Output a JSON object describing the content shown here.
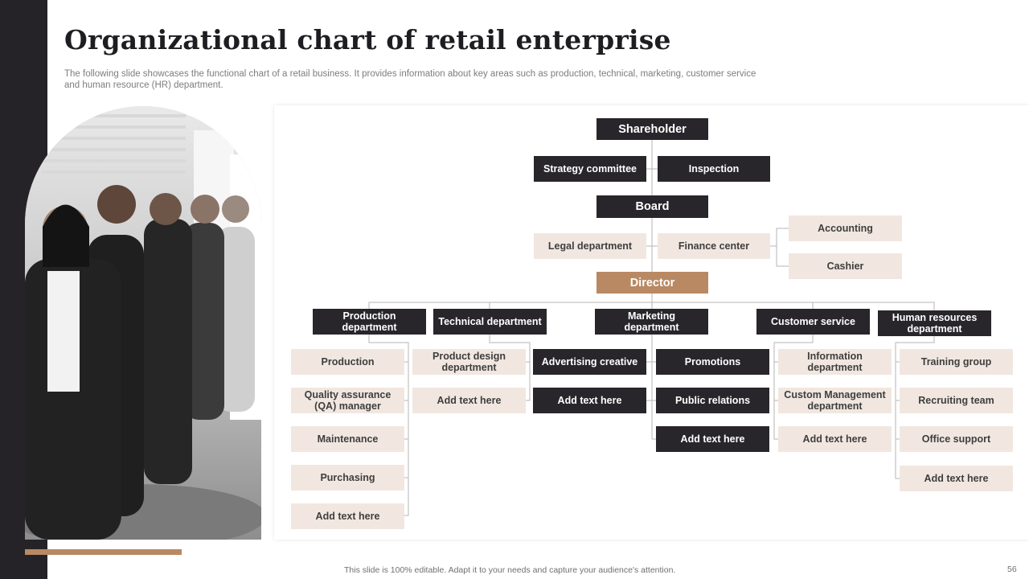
{
  "slide": {
    "title": "Organizational chart of retail enterprise",
    "subtitle": "The following slide showcases the functional chart of a retail business. It provides information about key areas such as production, technical, marketing, customer service and human resource (HR) department.",
    "footer_note": "This slide is 100% editable.  Adapt it to your needs and capture your audience's attention.",
    "page_number": "56"
  },
  "colors": {
    "dark_box": "#28262b",
    "light_box": "#f1e7e0",
    "accent": "#b88963",
    "side_bar": "#252328"
  },
  "chart": {
    "shareholder": "Shareholder",
    "strategy_committee": "Strategy committee",
    "inspection": "Inspection",
    "board": "Board",
    "legal_department": "Legal department",
    "finance_center": "Finance center",
    "accounting": "Accounting",
    "cashier": "Cashier",
    "director": "Director",
    "departments": [
      {
        "label": "Production department",
        "items": [
          "Production",
          "Quality assurance (QA) manager",
          "Maintenance",
          "Purchasing",
          "Add text here"
        ]
      },
      {
        "label": "Technical department",
        "items": [
          "Product design department",
          "Add text here"
        ]
      },
      {
        "label": "Marketing department",
        "left_items": [
          "Advertising creative",
          "Add text here"
        ],
        "right_items": [
          "Promotions",
          "Public relations",
          "Add text here"
        ]
      },
      {
        "label": "Customer service",
        "items": [
          "Information department",
          "Custom Management department",
          "Add text here"
        ]
      },
      {
        "label": "Human resources department",
        "items": [
          "Training group",
          "Recruiting team",
          "Office support",
          "Add text here"
        ]
      }
    ]
  }
}
